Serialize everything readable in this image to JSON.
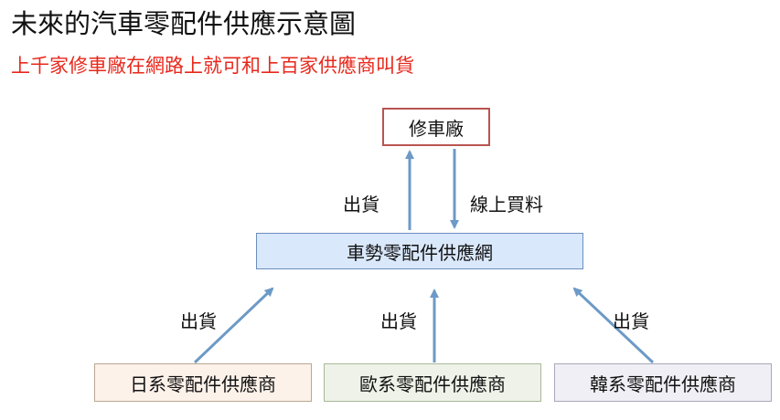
{
  "title": "未來的汽車零配件供應示意圖",
  "subtitle": "上千家修車廠在網路上就可和上百家供應商叫貨",
  "colors": {
    "subtitle": "#e8281c",
    "arrow": "#6d9ac6"
  },
  "nodes": {
    "repair_shop": "修車廠",
    "hub": "車勢零配件供應網",
    "japan_supplier": "日系零配件供應商",
    "europe_supplier": "歐系零配件供應商",
    "korea_supplier": "韓系零配件供應商"
  },
  "edges": {
    "hub_to_shop": "出貨",
    "shop_to_hub": "線上買料",
    "japan_to_hub": "出貨",
    "europe_to_hub": "出貨",
    "korea_to_hub": "出貨"
  }
}
